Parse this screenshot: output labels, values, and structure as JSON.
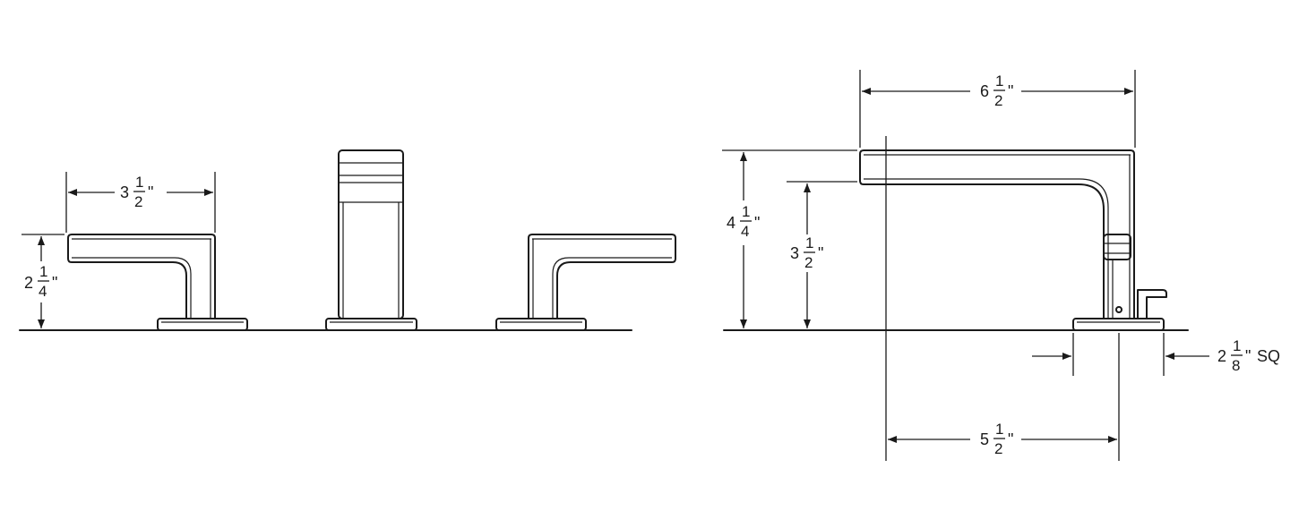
{
  "front_view": {
    "dim_width": {
      "whole": "3",
      "num": "1",
      "den": "2",
      "unit": "\""
    },
    "dim_height": {
      "whole": "2",
      "num": "1",
      "den": "4",
      "unit": "\""
    }
  },
  "side_view": {
    "dim_spout_length": {
      "whole": "6",
      "num": "1",
      "den": "2",
      "unit": "\""
    },
    "dim_total_height": {
      "whole": "4",
      "num": "1",
      "den": "4",
      "unit": "\""
    },
    "dim_spout_height": {
      "whole": "3",
      "num": "1",
      "den": "2",
      "unit": "\""
    },
    "dim_base": {
      "whole": "2",
      "num": "1",
      "den": "8",
      "unit": "\"",
      "suffix": "SQ"
    },
    "dim_reach": {
      "whole": "5",
      "num": "1",
      "den": "2",
      "unit": "\""
    }
  }
}
